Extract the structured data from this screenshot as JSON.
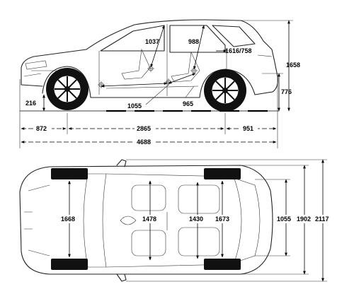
{
  "side_view": {
    "interior_dims": [
      "1037",
      "988",
      "1616/758"
    ],
    "height": "1658",
    "ground_clearance": "216",
    "rear_height": "776",
    "legroom_front": "1055",
    "legroom_rear": "965",
    "front_overhang": "872",
    "wheelbase": "2865",
    "rear_overhang": "951",
    "length": "4688"
  },
  "top_view": {
    "front_track": "1668",
    "front_shoulder": "1478",
    "rear_shoulder": "1430",
    "rear_track": "1673",
    "cargo_width": "1055",
    "width": "1902",
    "width_mirrors": "2117"
  }
}
